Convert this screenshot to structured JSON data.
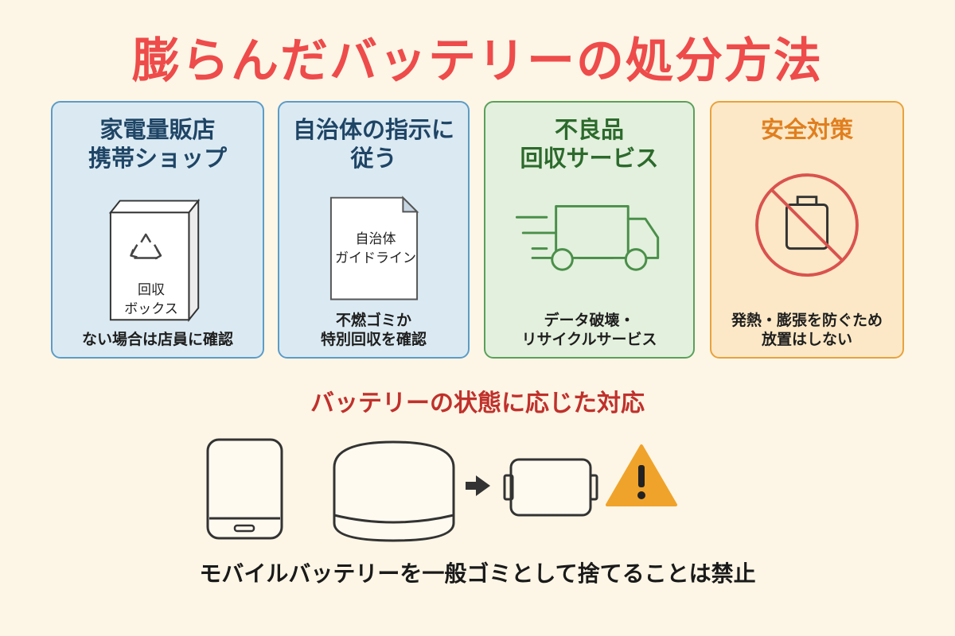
{
  "title": "膨らんだバッテリーの処分方法",
  "cards": [
    {
      "title": "家電量販店\n携帯ショップ",
      "illustration_text": "回収\nボックス",
      "caption": "ない場合は店員に確認",
      "bg": "#dbeaf2",
      "border": "#5b9cc8",
      "title_color": "#1f4566",
      "icons": [
        "recycle-box-icon",
        "recycle-icon"
      ]
    },
    {
      "title": "自治体の指示に\n従う",
      "illustration_text": "自治体\nガイドライン",
      "caption": "不燃ゴミか\n特別回収を確認",
      "bg": "#dbeaf2",
      "border": "#5b9cc8",
      "title_color": "#1f4566",
      "icons": [
        "document-icon"
      ]
    },
    {
      "title": "不良品\n回収サービス",
      "caption": "データ破壊・\nリサイクルサービス",
      "bg": "#e3f0dd",
      "border": "#5aa05a",
      "title_color": "#2c6a2c",
      "icons": [
        "delivery-truck-icon"
      ]
    },
    {
      "title": "安全対策",
      "caption": "発熱・膨張を防ぐため\n放置はしない",
      "bg": "#fce8c6",
      "border": "#e8a23c",
      "title_color": "#e07f1f",
      "icons": [
        "no-bag-prohibited-icon"
      ]
    }
  ],
  "subtitle": "バッテリーの状態に応じた対応",
  "bottom_icons": [
    "mobile-battery-icon",
    "swollen-battery-icon",
    "arrow-right-icon",
    "battery-icon",
    "warning-icon"
  ],
  "footer": "モバイルバッテリーを一般ゴミとして捨てることは禁止",
  "colors": {
    "title": "#ee4b4b",
    "subtitle": "#c0312c",
    "warning": "#f0a32a",
    "prohibit": "#d9534f",
    "truck": "#4a8f4a"
  }
}
